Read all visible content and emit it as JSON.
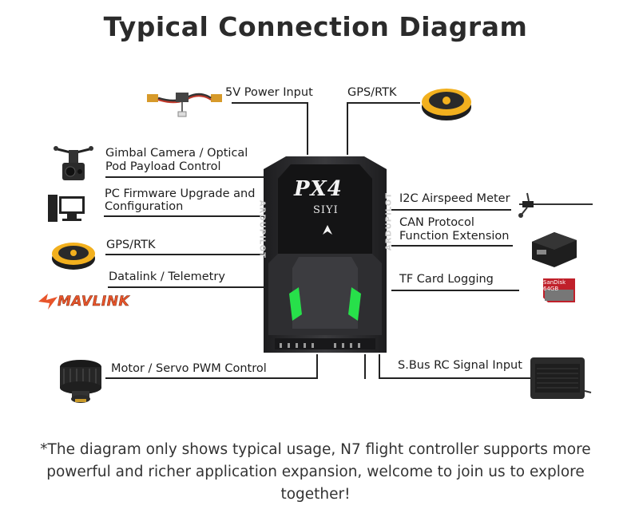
{
  "title": "Typical Connection Diagram",
  "controller": {
    "brand": "PX4",
    "maker": "SIYI",
    "side_text": "ARDUPILOT"
  },
  "labels": {
    "power": "5V Power Input",
    "gps_top": "GPS/RTK",
    "gimbal_1": "Gimbal Camera / Optical",
    "gimbal_2": "Pod Payload Control",
    "pc_1": "PC Firmware Upgrade and",
    "pc_2": "Configuration",
    "gps_left": "GPS/RTK",
    "datalink": "Datalink / Telemetry",
    "motor": "Motor / Servo PWM Control",
    "i2c": "I2C Airspeed Meter",
    "can_1": "CAN Protocol",
    "can_2": "Function Extension",
    "tf": "TF Card Logging",
    "sbus": "S.Bus RC Signal Input"
  },
  "logos": {
    "mavlink": "MAVLINK",
    "sd_card": "SanDisk 64GB"
  },
  "note": "*The diagram only shows typical usage, N7 flight controller supports more powerful and richer application expansion, welcome to join us to explore together!",
  "colors": {
    "led": "#27e04a",
    "gps_yellow": "#f2b01e",
    "body": "#2a2a2c"
  }
}
